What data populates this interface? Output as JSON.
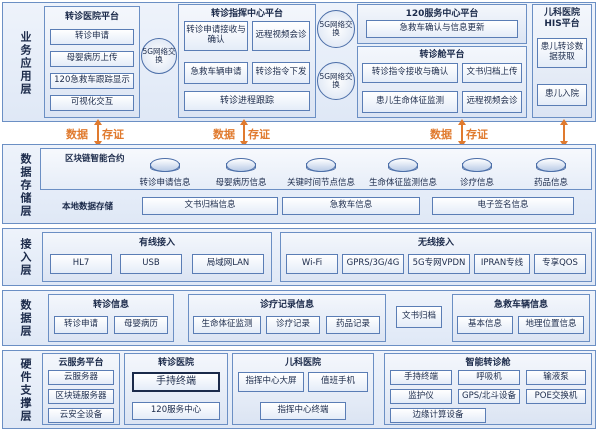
{
  "layers": {
    "app": "业务应用层",
    "storage": "数据存储层",
    "access": "接入层",
    "data": "数据层",
    "hardware": "硬件支撑层"
  },
  "app": {
    "platform": {
      "title": "转诊医院平台",
      "items": [
        "转诊申请",
        "母婴病历上传",
        "120急救车跟踪显示",
        "可视化交互"
      ]
    },
    "command": {
      "title": "转诊指挥中心平台",
      "items": [
        "转诊申请接收与确认",
        "远程视频会诊",
        "急救车辆申请",
        "转诊指令下发"
      ],
      "track": "转诊进程跟踪"
    },
    "center120": {
      "title": "120服务中心平台",
      "item": "急救车确认与信息更新"
    },
    "cabin": {
      "title": "转诊舱平台",
      "items": [
        "转诊指令接收与确认",
        "文书归档上传",
        "患儿生命体征监测",
        "远程视频会诊"
      ]
    },
    "his": {
      "title": "儿科医院",
      "subtitle": "HIS平台",
      "items": [
        "患儿转诊数据获取",
        "患儿入院"
      ]
    },
    "net5g": [
      "5G网络交换",
      "5G网络交换",
      "5G网络交换"
    ]
  },
  "flow": {
    "label1": "数据",
    "label2": "存证"
  },
  "storage": {
    "contract": "区块链智能合约",
    "disks": [
      "转诊申请信息",
      "母婴病历信息",
      "关键时间节点信息",
      "生命体征监测信息",
      "诊疗信息",
      "药品信息"
    ],
    "local": "本地数据存储",
    "local_items": [
      "文书归档信息",
      "急救车信息",
      "电子签名信息"
    ]
  },
  "access": {
    "wired_title": "有线接入",
    "wired": [
      "HL7",
      "USB",
      "局域网LAN"
    ],
    "wireless_title": "无线接入",
    "wireless": [
      "Wi-Fi",
      "GPRS/3G/4G",
      "5G专网VPDN",
      "IPRAN专线",
      "专享QOS"
    ]
  },
  "data": {
    "referral_title": "转诊信息",
    "referral": [
      "转诊申请",
      "母婴病历"
    ],
    "treatment_title": "诊疗记录信息",
    "treatment": [
      "生命体征监测",
      "诊疗记录",
      "药品记录"
    ],
    "archive": "文书归档",
    "vehicle_title": "急救车辆信息",
    "vehicle": [
      "基本信息",
      "地理位置信息"
    ]
  },
  "hardware": {
    "cloud_title": "云服务平台",
    "cloud": [
      "云服务器",
      "区块链服务器",
      "云安全设备"
    ],
    "hospital_title": "转诊医院",
    "hospital": [
      "手持终端",
      "120服务中心"
    ],
    "kids_title": "儿科医院",
    "kids": [
      "指挥中心大屏",
      "值班手机",
      "指挥中心终端"
    ],
    "cabin_title": "智能转诊舱",
    "cabin": [
      "手持终端",
      "呼吸机",
      "输液泵",
      "监护仪",
      "GPS/北斗设备",
      "POE交换机",
      "边缘计算设备"
    ]
  },
  "colors": {
    "accent": "#e07a2e",
    "border": "#6b8fc4"
  }
}
